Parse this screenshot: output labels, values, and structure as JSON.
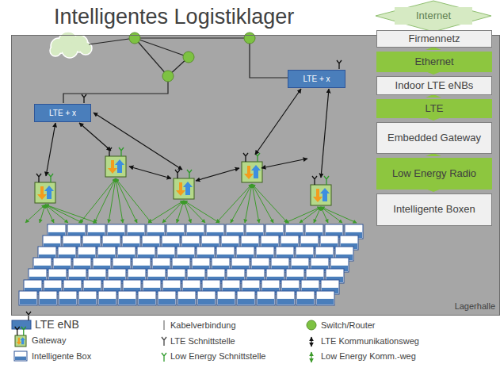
{
  "diagram": {
    "title": "Intelligentes Logistiklager",
    "nodes": [
      {
        "text": [
          "Lagerhalle"
        ]
      },
      {
        "text": [
          "LTE + x"
        ],
        "in": 0
      },
      {
        "text": [
          "LTE + x"
        ],
        "in": 0
      },
      {
        "text": [
          "Internet"
        ]
      },
      {
        "text": [
          "Firmennetz"
        ],
        "in": 0
      },
      {
        "text": [
          "Ethernet"
        ],
        "in": 0
      },
      {
        "text": [
          "Indoor LTE eNBs"
        ],
        "in": 0
      },
      {
        "text": [
          "LTE"
        ],
        "in": 0
      },
      {
        "text": [
          "Embedded Gateway"
        ],
        "in": 0
      },
      {
        "text": [
          "Low Energy Radio"
        ],
        "in": 0
      },
      {
        "text": [
          "Intelligente Boxen"
        ],
        "in": 0
      }
    ],
    "legend": [
      {
        "text": "LTE eNB"
      },
      {
        "text": "Kabelverbindung"
      },
      {
        "text": "Switch/Router",
        "color": "#7dc242"
      },
      {
        "text": "Gateway"
      },
      {
        "text": "LTE Schnittstelle"
      },
      {
        "text": "LTE Kommunikationsweg"
      },
      {
        "text": "Intelligente Box"
      },
      {
        "text": "Low Energy Schnittstelle"
      },
      {
        "text": "Low Energy Komm.-weg"
      }
    ]
  }
}
